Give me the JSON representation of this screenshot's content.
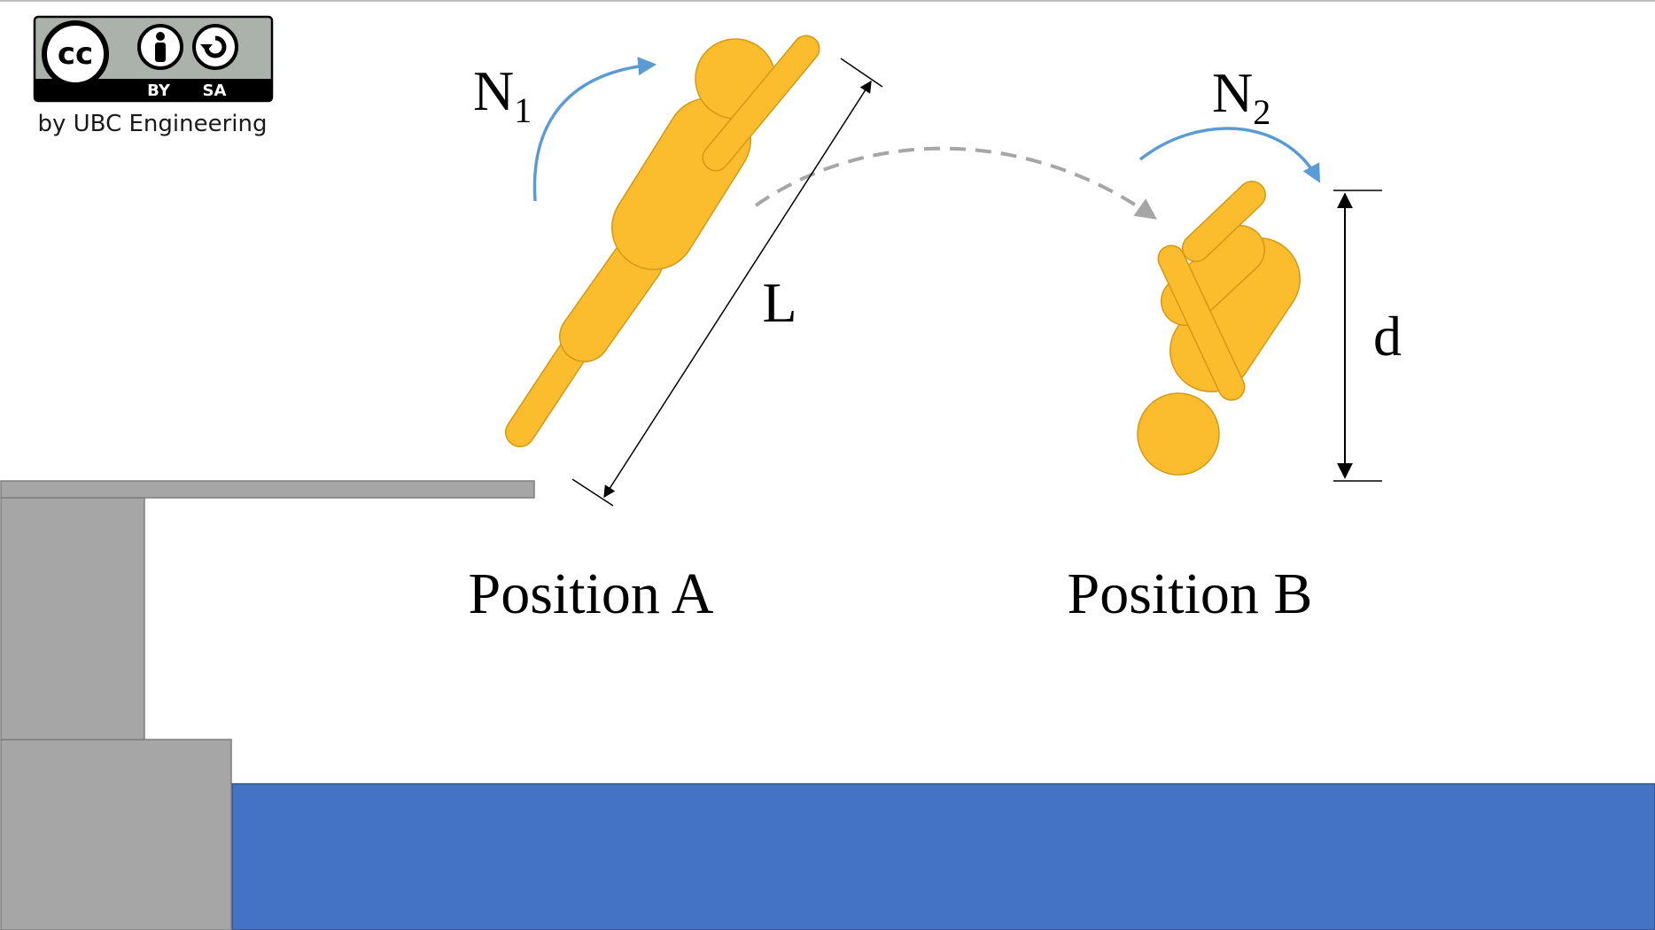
{
  "license_badge": {
    "cc_text": "cc",
    "by_text": "BY",
    "sa_text": "SA",
    "credit": "by UBC Engineering"
  },
  "labels": {
    "n1_letter": "N",
    "n1_sub": "1",
    "n2_letter": "N",
    "n2_sub": "2",
    "length": "L",
    "depth": "d",
    "position_a": "Position A",
    "position_b": "Position B"
  },
  "colors": {
    "diver": "#fbbc2d",
    "rotation_arrow": "#5b9bd5",
    "trajectory": "#a6a6a6",
    "platform": "#a6a6a6",
    "water": "#4472c4"
  }
}
